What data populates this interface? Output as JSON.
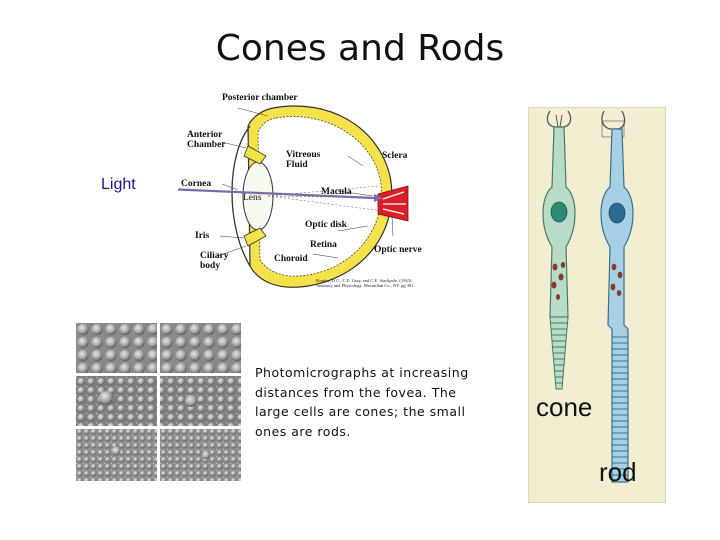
{
  "slide": {
    "title": "Cones and Rods",
    "light_label": "Light",
    "caption": "Photomicrographs at increasing distances from the fovea. The large cells are cones; the small ones are rods.",
    "cone_label": "cone",
    "rod_label": "rod"
  },
  "eye_diagram": {
    "labels": {
      "posterior_chamber": "Posterior chamber",
      "anterior_chamber": "Anterior Chamber",
      "vitreous_fluid": "Vitreous Fluid",
      "sclera": "Sclera",
      "cornea": "Cornea",
      "lens": "Lens",
      "macula": "Macula",
      "optic_disk": "Optic disk",
      "iris": "Iris",
      "retina": "Retina",
      "optic_nerve": "Optic nerve",
      "ciliary_body": "Ciliary body",
      "choroid": "Choroid"
    },
    "citation": "Kimber, D.C., C.E. Gray, and C.E. Stackpole. (1943). Anatomy and Physiology. Macmillan Co., NY. pg 381."
  },
  "colors": {
    "light_ray": "#7b6aa8",
    "sclera": "#f3e24a",
    "optic_nerve": "#d8202a",
    "cone_cell": "#b9dcc8",
    "rod_cell": "#a6d0e4",
    "cells_background": "#f2eed2"
  }
}
